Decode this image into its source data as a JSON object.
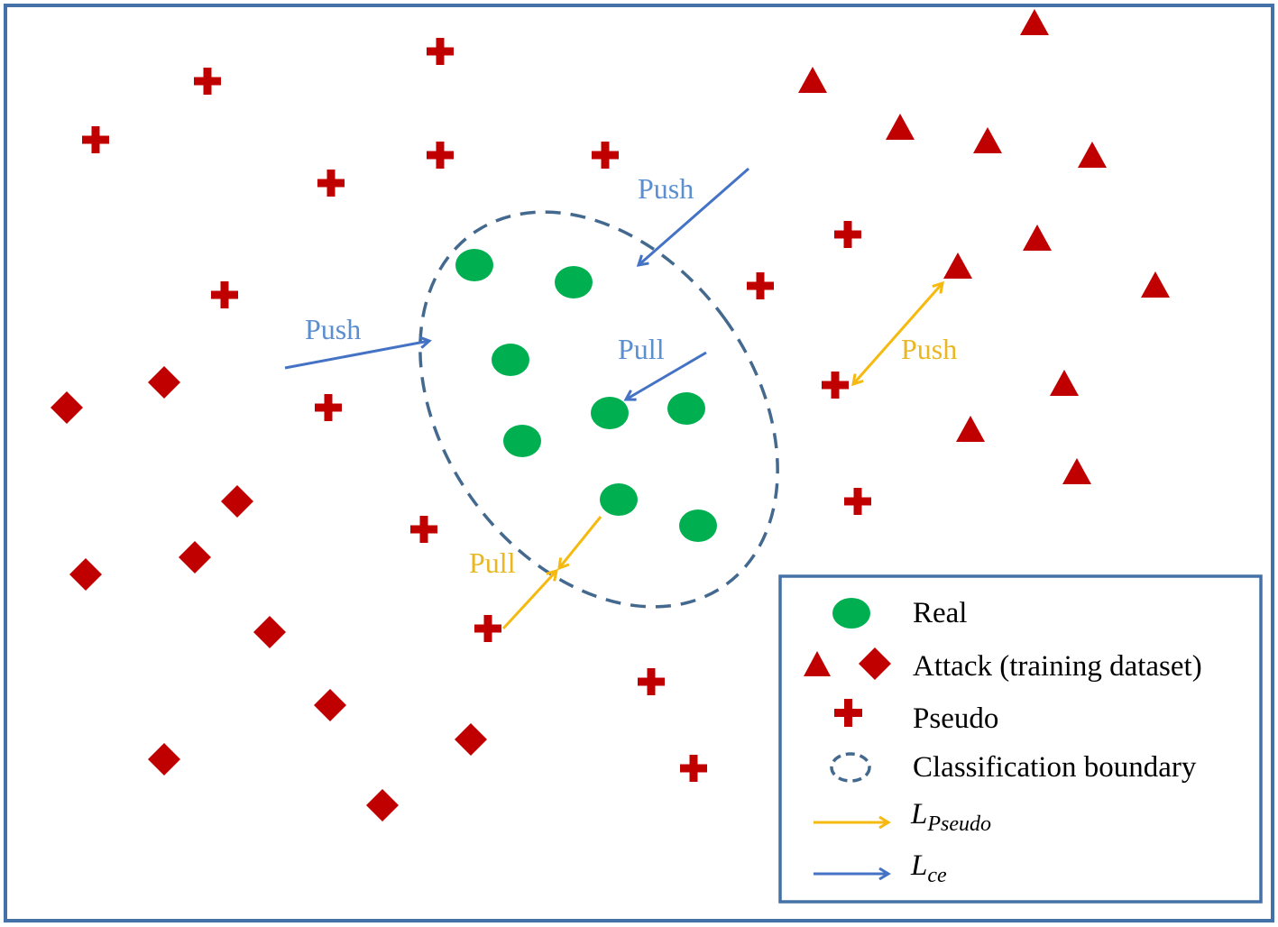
{
  "colors": {
    "frame": "#4472a8",
    "attack": "#c00000",
    "real": "#00b050",
    "boundary": "#44698f",
    "lce_arrow": "#4472c4",
    "pseudo_arrow": "#f5b90f",
    "label_blue": "#5b8fd0",
    "label_yellow": "#e9b724"
  },
  "labels": {
    "push_top": "Push",
    "push_left": "Push",
    "pull_blue": "Pull",
    "push_yellow": "Push",
    "pull_yellow": "Pull"
  },
  "legend": {
    "real": "Real",
    "attack": "Attack (training dataset)",
    "pseudo": "Pseudo",
    "boundary": "Classification boundary",
    "l_pseudo_main": "L",
    "l_pseudo_sub": "Pseudo",
    "l_ce_main": "L",
    "l_ce_sub": "ce"
  },
  "icons": {
    "real": "green-circle",
    "attack_triangle": "red-triangle",
    "attack_diamond": "red-diamond",
    "pseudo": "red-cross",
    "boundary": "dashed-ellipse",
    "arrow": "arrow"
  }
}
